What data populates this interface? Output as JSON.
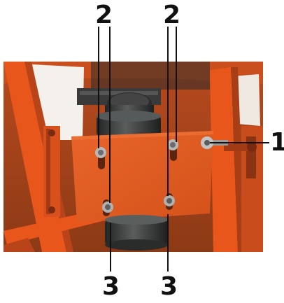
{
  "figure": {
    "description_image": "photo-of-orange-machine-mount-plate-with-motor",
    "callouts": {
      "one": "1",
      "two_left": "2",
      "two_right": "2",
      "three_left": "3",
      "three_right": "3"
    },
    "colors": {
      "frame_orange": "#e8561c",
      "plate_orange": "#e06024",
      "dark_motor": "#3c3e3e",
      "leader_line": "#111111",
      "background": "#ffffff"
    }
  }
}
